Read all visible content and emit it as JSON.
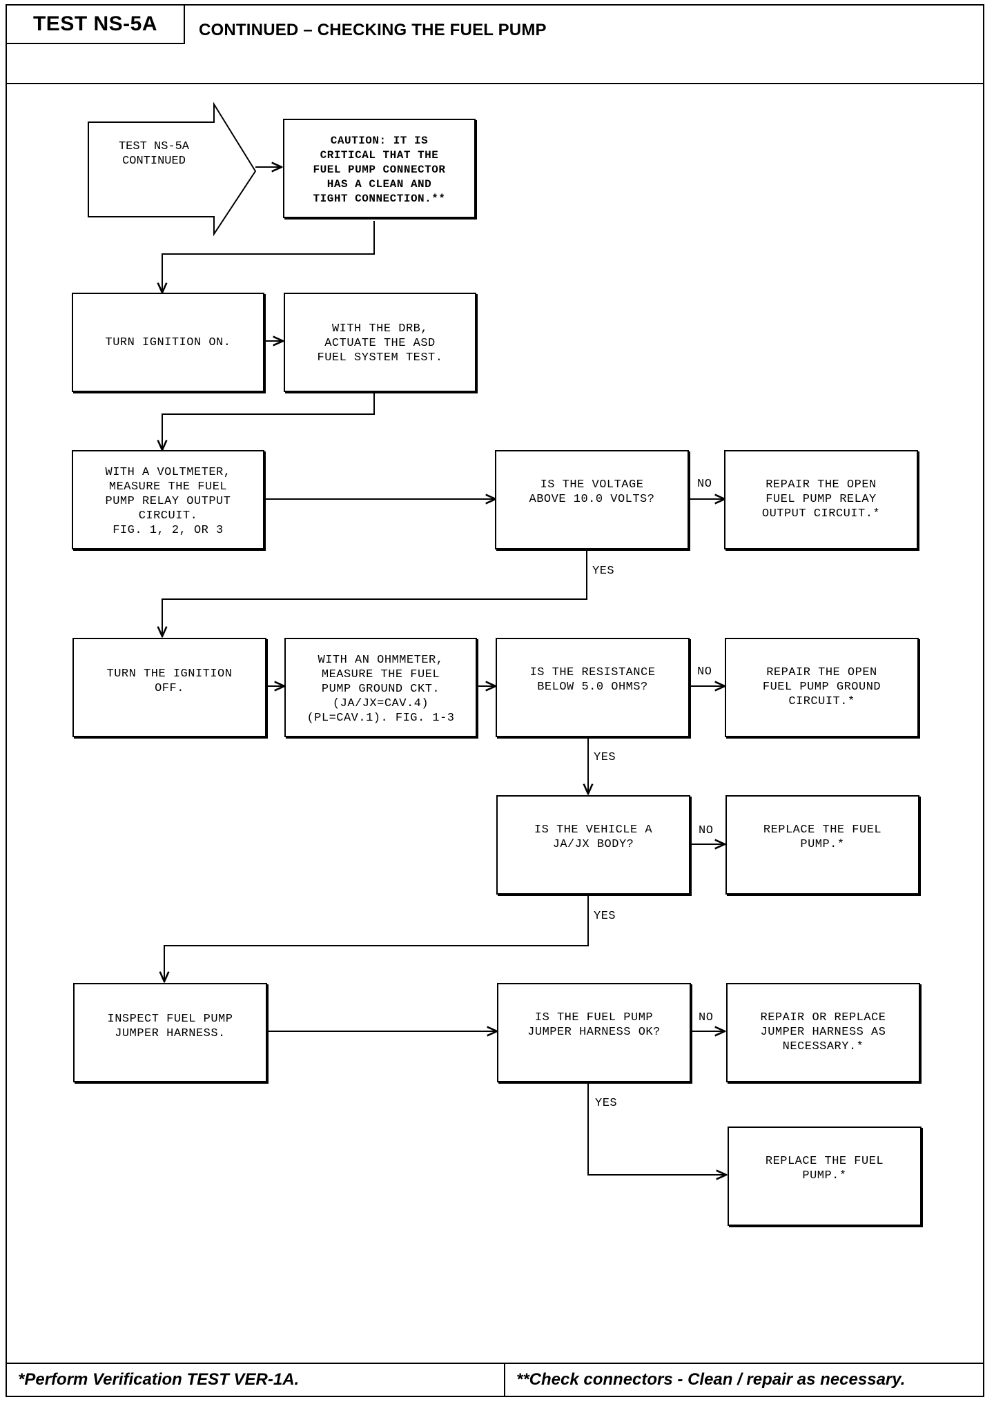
{
  "header": {
    "test_id": "TEST NS-5A",
    "title": "CONTINUED – CHECKING THE FUEL PUMP"
  },
  "flowchart": {
    "start": "TEST NS-5A\nCONTINUED",
    "caution": "CAUTION: IT IS\nCRITICAL THAT THE\nFUEL PUMP CONNECTOR\nHAS A CLEAN AND\nTIGHT CONNECTION.**",
    "ignition_on": "TURN IGNITION ON.",
    "drb_test": "WITH THE DRB,\nACTUATE THE ASD\nFUEL SYSTEM TEST.",
    "voltmeter": "WITH A VOLTMETER,\nMEASURE THE FUEL\nPUMP RELAY OUTPUT\nCIRCUIT.\nFIG. 1, 2, OR 3",
    "q_voltage": "IS THE VOLTAGE\nABOVE 10.0 VOLTS?",
    "repair_relay": "REPAIR THE OPEN\nFUEL PUMP RELAY\nOUTPUT CIRCUIT.*",
    "ignition_off": "TURN THE IGNITION\nOFF.",
    "ohmmeter": "WITH AN OHMMETER,\nMEASURE THE FUEL\nPUMP GROUND CKT.\n(JA/JX=CAV.4)\n(PL=CAV.1). FIG. 1-3",
    "q_resistance": "IS THE RESISTANCE\nBELOW 5.0 OHMS?",
    "repair_ground": "REPAIR THE OPEN\nFUEL PUMP GROUND\nCIRCUIT.*",
    "q_body": "IS THE VEHICLE A\nJA/JX BODY?",
    "replace_pump_1": "REPLACE THE FUEL\nPUMP.*",
    "inspect_jumper": "INSPECT FUEL PUMP\nJUMPER HARNESS.",
    "q_jumper": "IS THE FUEL PUMP\nJUMPER HARNESS OK?",
    "repair_jumper": "REPAIR OR REPLACE\nJUMPER HARNESS AS\nNECESSARY.*",
    "replace_pump_2": "REPLACE THE FUEL\nPUMP.*",
    "labels": {
      "no": "NO",
      "yes": "YES"
    }
  },
  "footer": {
    "note_left": "*Perform Verification TEST VER-1A.",
    "note_right": "**Check connectors - Clean / repair as necessary."
  }
}
